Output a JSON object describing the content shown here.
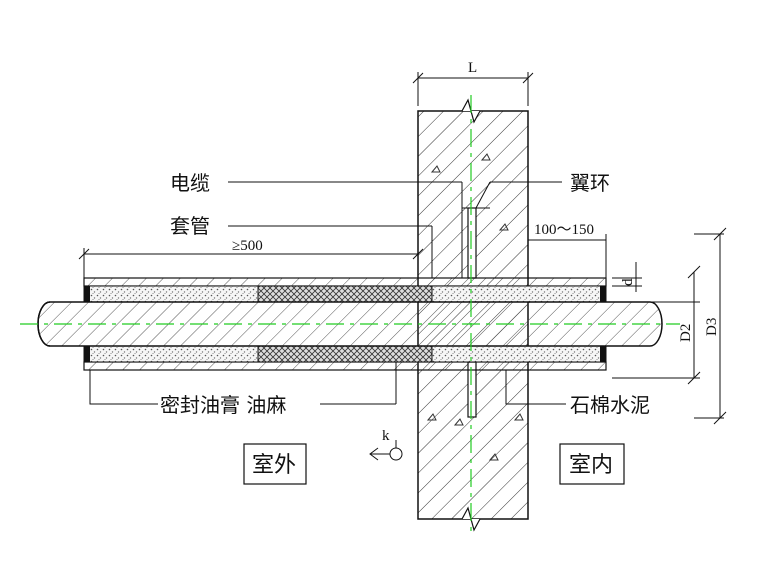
{
  "labels": {
    "cable": "电缆",
    "sleeve": "套管",
    "wing_ring": "翼环",
    "sealant": "密封油膏 油麻",
    "asbestos_cement": "石棉水泥",
    "outdoor": "室外",
    "indoor": "室内"
  },
  "dimensions": {
    "wall_thickness": "L",
    "extension": "≥500",
    "wing_projection": "100～150",
    "d": "d",
    "d2": "D2",
    "d3": "D3",
    "k": "k"
  },
  "colors": {
    "lines": "#111111",
    "centerline": "#22cc22",
    "filling": "#f2f2f2"
  }
}
